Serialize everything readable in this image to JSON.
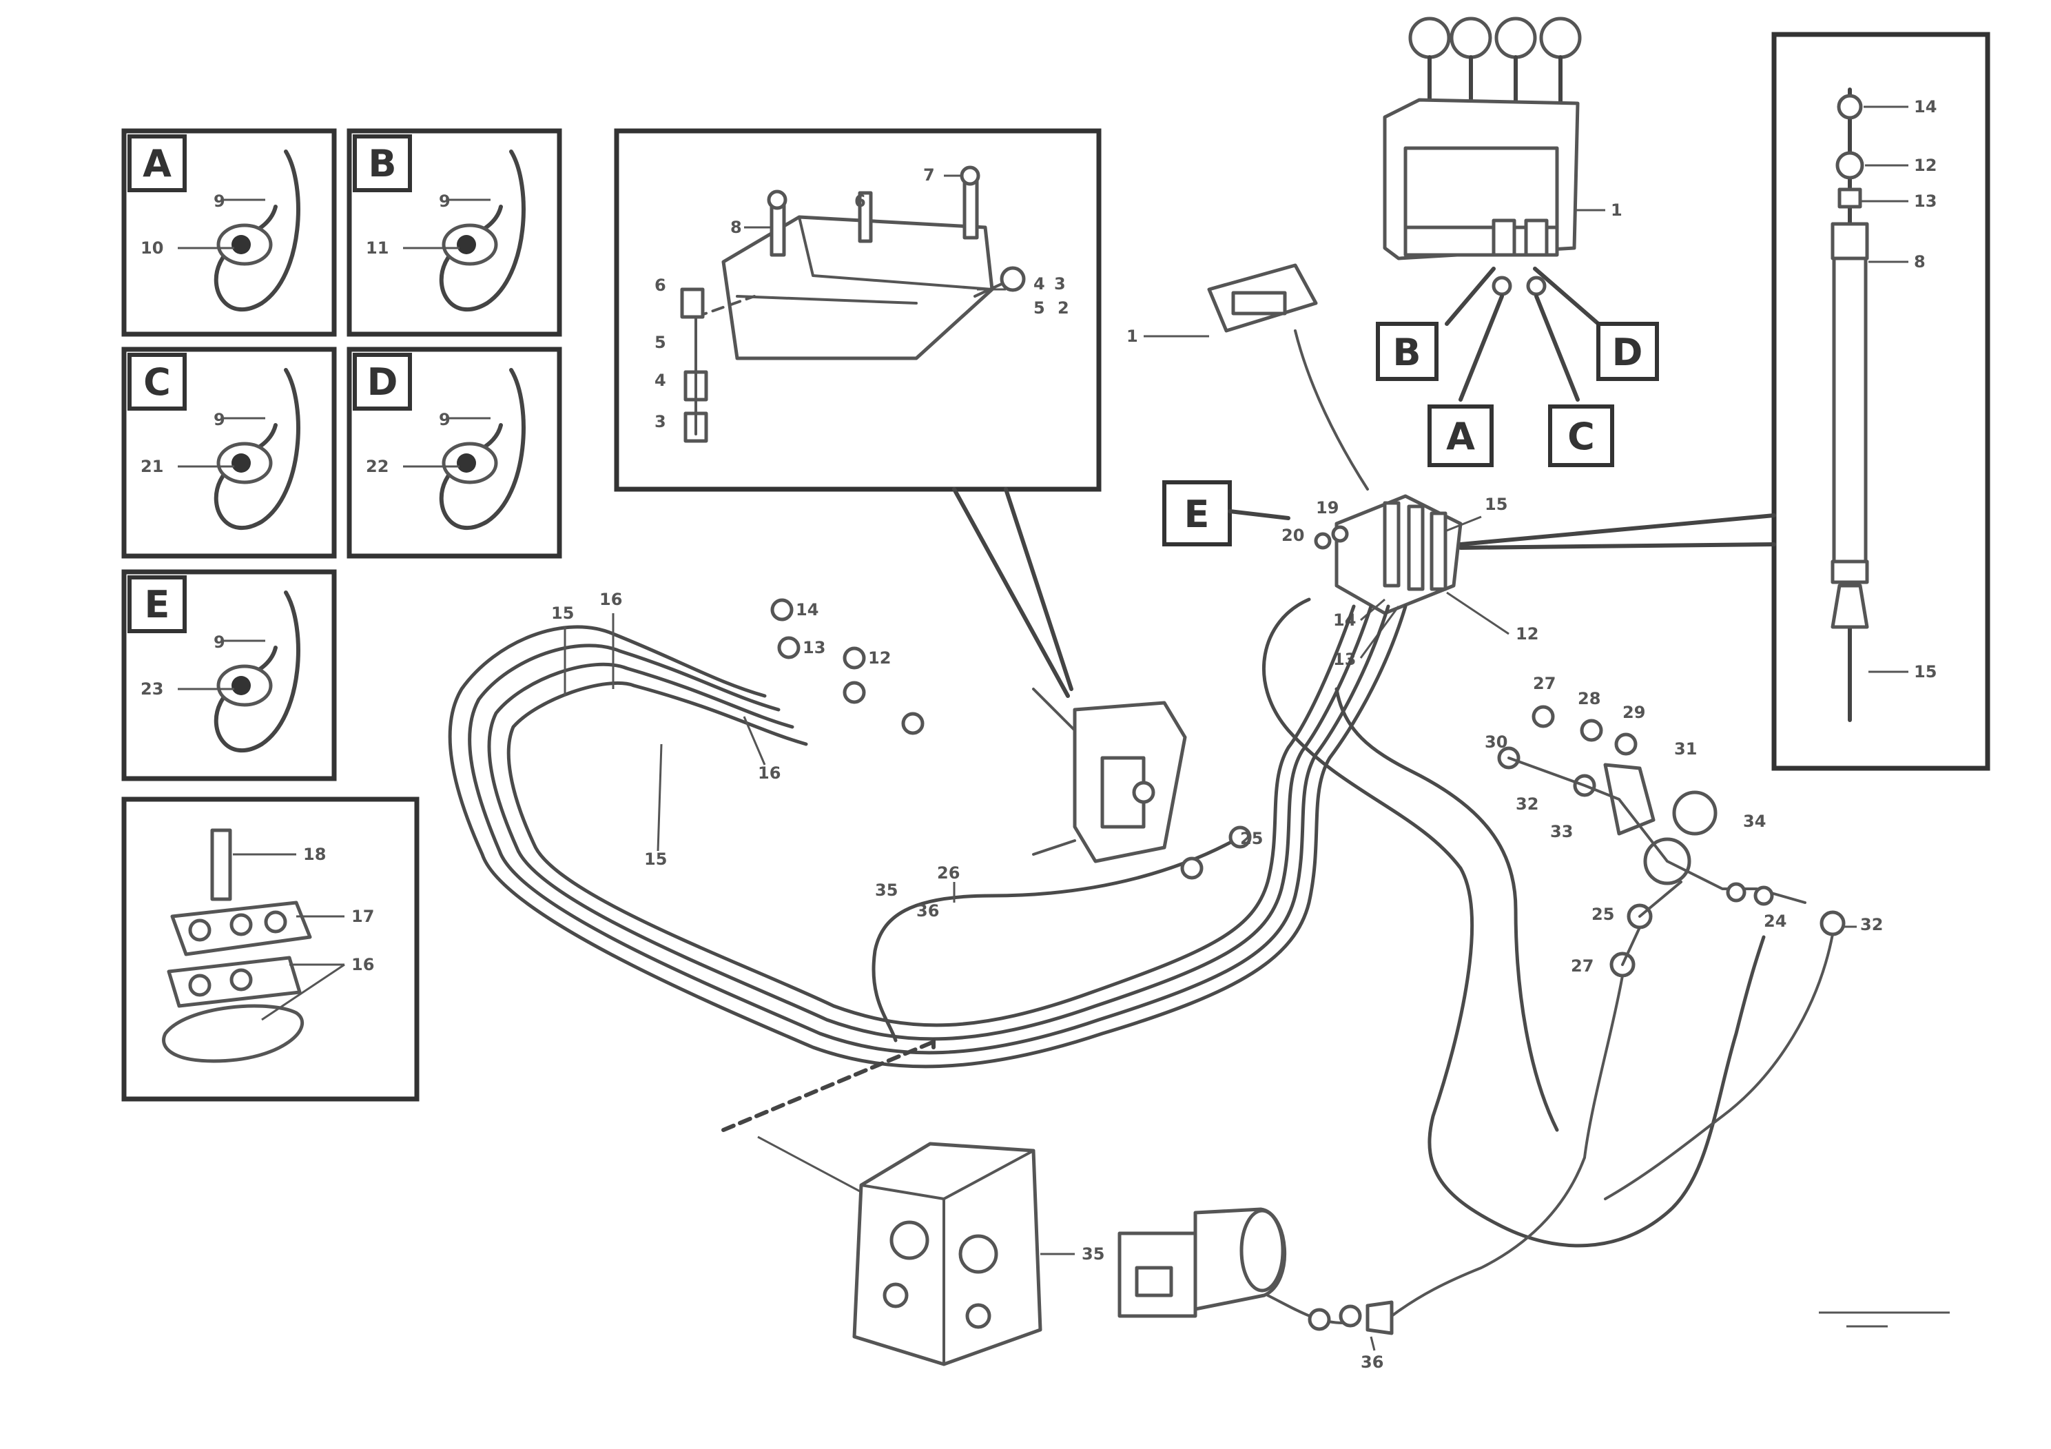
{
  "diagram": {
    "detail_views": [
      {
        "letter": "A",
        "callouts": [
          "9",
          "10"
        ]
      },
      {
        "letter": "B",
        "callouts": [
          "9",
          "11"
        ]
      },
      {
        "letter": "C",
        "callouts": [
          "9",
          "21"
        ]
      },
      {
        "letter": "D",
        "callouts": [
          "9",
          "22"
        ]
      },
      {
        "letter": "E",
        "callouts": [
          "9",
          "23"
        ]
      }
    ],
    "clamp_detail": {
      "callouts": [
        "18",
        "17",
        "16"
      ]
    },
    "valve_detail": {
      "callouts": [
        "7",
        "6",
        "8",
        "4",
        "5",
        "3",
        "6",
        "5",
        "4",
        "3",
        "2"
      ]
    },
    "joystick_view": {
      "callout": "1",
      "refs": [
        "B",
        "D",
        "A",
        "C"
      ]
    },
    "valve_stack": {
      "callouts": [
        "14",
        "12",
        "13",
        "8",
        "15"
      ]
    },
    "main_view": {
      "ref_letter": "E",
      "callouts": [
        "1",
        "19",
        "20",
        "15",
        "14",
        "13",
        "12",
        "15",
        "16",
        "16",
        "15",
        "14",
        "13",
        "12",
        "25",
        "26",
        "27",
        "28",
        "29",
        "30",
        "31",
        "32",
        "33",
        "34",
        "24",
        "25",
        "27",
        "32",
        "35",
        "36",
        "35",
        "36"
      ]
    },
    "doc_number": {
      "line1": "",
      "code": ""
    }
  }
}
